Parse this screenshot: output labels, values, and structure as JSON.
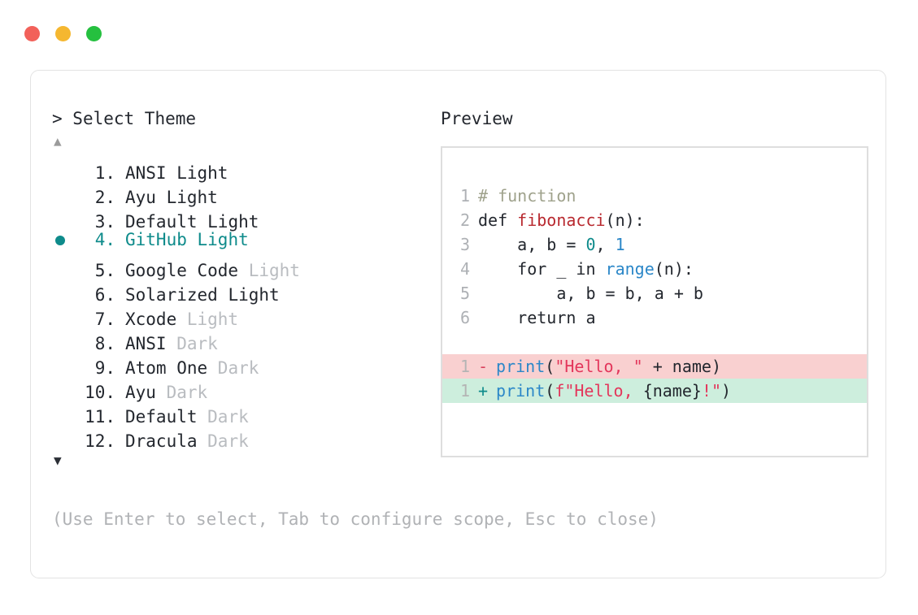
{
  "window": {
    "traffic_lights": [
      {
        "name": "close",
        "color": "#f2615a"
      },
      {
        "name": "minimize",
        "color": "#f5b730"
      },
      {
        "name": "maximize",
        "color": "#25c03f"
      }
    ]
  },
  "selector": {
    "prompt_symbol": "> ",
    "prompt_label": "Select Theme",
    "scroll_up_icon": "▲",
    "scroll_down_icon": "▼",
    "selected_index": 4,
    "bullet_color": "#0e8b8b",
    "items": [
      {
        "index": "1.",
        "name": "ANSI",
        "variant": "Light",
        "variant_dim": false,
        "selected": false
      },
      {
        "index": "2.",
        "name": "Ayu",
        "variant": "Light",
        "variant_dim": false,
        "selected": false
      },
      {
        "index": "3.",
        "name": "Default",
        "variant": "Light",
        "variant_dim": false,
        "selected": false
      },
      {
        "index": "4.",
        "name": "GitHub",
        "variant": "Light",
        "variant_dim": false,
        "selected": true
      },
      {
        "index": "5.",
        "name": "Google Code",
        "variant": "Light",
        "variant_dim": true,
        "selected": false
      },
      {
        "index": "6.",
        "name": "Solarized",
        "variant": "Light",
        "variant_dim": false,
        "selected": false
      },
      {
        "index": "7.",
        "name": "Xcode",
        "variant": "Light",
        "variant_dim": true,
        "selected": false
      },
      {
        "index": "8.",
        "name": "ANSI",
        "variant": "Dark",
        "variant_dim": true,
        "selected": false
      },
      {
        "index": "9.",
        "name": "Atom One",
        "variant": "Dark",
        "variant_dim": true,
        "selected": false
      },
      {
        "index": "10.",
        "name": "Ayu",
        "variant": "Dark",
        "variant_dim": true,
        "selected": false
      },
      {
        "index": "11.",
        "name": "Default",
        "variant": "Dark",
        "variant_dim": true,
        "selected": false
      },
      {
        "index": "12.",
        "name": "Dracula",
        "variant": "Dark",
        "variant_dim": true,
        "selected": false
      }
    ],
    "help_text": "(Use Enter to select, Tab to configure scope, Esc to close)"
  },
  "preview": {
    "title": "Preview",
    "code_lines": [
      {
        "ln": "1",
        "tokens": [
          {
            "t": "# function",
            "c": "comment"
          }
        ]
      },
      {
        "ln": "2",
        "tokens": [
          {
            "t": "def ",
            "c": "kw"
          },
          {
            "t": "fibonacci",
            "c": "fn"
          },
          {
            "t": "(n):",
            "c": "punct"
          }
        ]
      },
      {
        "ln": "3",
        "tokens": [
          {
            "t": "    a, b = ",
            "c": "plain"
          },
          {
            "t": "0",
            "c": "num-t"
          },
          {
            "t": ", ",
            "c": "plain"
          },
          {
            "t": "1",
            "c": "num-b"
          }
        ]
      },
      {
        "ln": "4",
        "tokens": [
          {
            "t": "    for _ in ",
            "c": "plain"
          },
          {
            "t": "range",
            "c": "builtin"
          },
          {
            "t": "(n):",
            "c": "punct"
          }
        ]
      },
      {
        "ln": "5",
        "tokens": [
          {
            "t": "        a, b = b, a + b",
            "c": "plain"
          }
        ]
      },
      {
        "ln": "6",
        "tokens": [
          {
            "t": "    return a",
            "c": "plain"
          }
        ]
      }
    ],
    "diff_lines": [
      {
        "ln": "1",
        "kind": "del",
        "sign": "-",
        "bg": "#f9d0d0",
        "tokens": [
          {
            "t": " ",
            "c": "plain"
          },
          {
            "t": "print",
            "c": "builtin"
          },
          {
            "t": "(",
            "c": "punct"
          },
          {
            "t": "\"Hello, \"",
            "c": "str"
          },
          {
            "t": " + name)",
            "c": "plain"
          }
        ]
      },
      {
        "ln": "1",
        "kind": "add",
        "sign": "+",
        "bg": "#cdeedd",
        "tokens": [
          {
            "t": " ",
            "c": "plain"
          },
          {
            "t": "print",
            "c": "builtin"
          },
          {
            "t": "(",
            "c": "punct"
          },
          {
            "t": "f\"Hello, ",
            "c": "str"
          },
          {
            "t": "{name}",
            "c": "plain"
          },
          {
            "t": "!\"",
            "c": "str"
          },
          {
            "t": ")",
            "c": "punct"
          }
        ]
      }
    ]
  }
}
